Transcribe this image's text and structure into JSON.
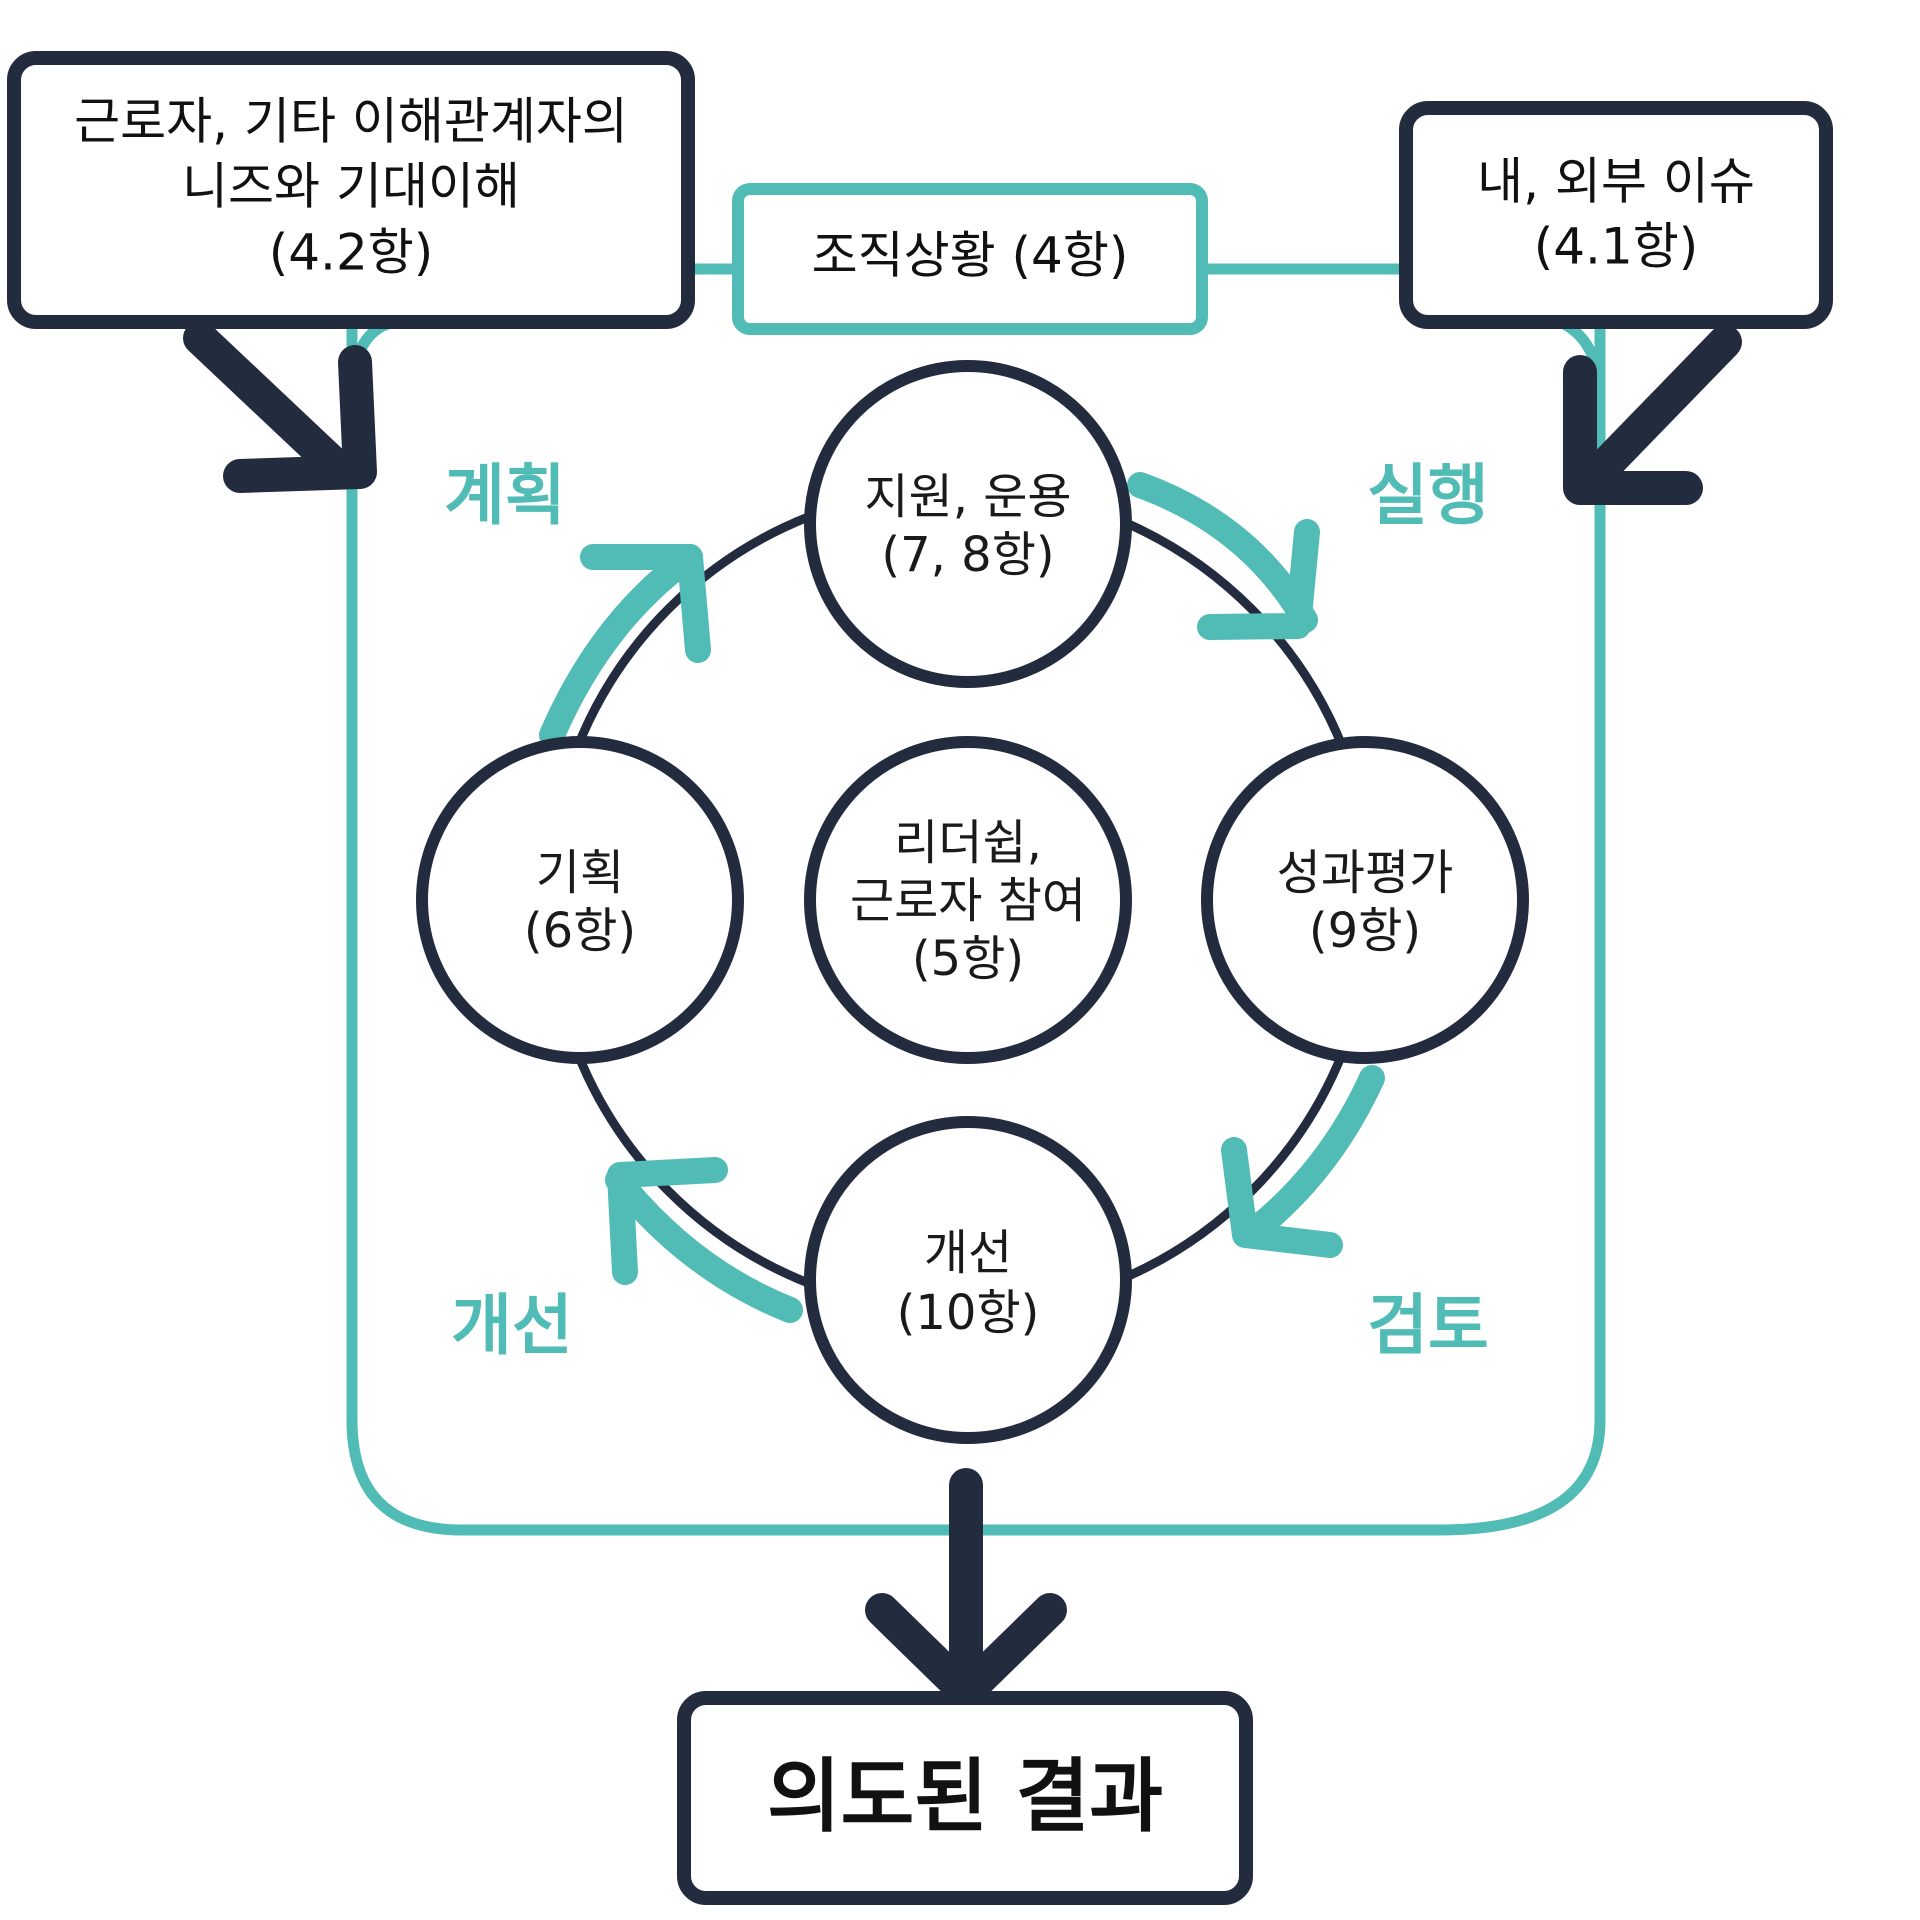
{
  "colors": {
    "navy": "#232b3e",
    "teal": "#51bcb5",
    "text": "#111111",
    "background": "#ffffff"
  },
  "boxes": {
    "needs": {
      "line1": "근로자, 기타 이해관계자의",
      "line2": "니즈와 기대이해",
      "line3": "(4.2항)"
    },
    "context": {
      "label": "조직상황 (4항)"
    },
    "issues": {
      "line1": "내, 외부 이슈",
      "line2": "(4.1항)"
    },
    "result": {
      "label": "의도된 결과"
    }
  },
  "circles": {
    "support": {
      "line1": "지원, 운용",
      "line2": "(7, 8항)"
    },
    "planning": {
      "line1": "기획",
      "line2": "(6항)"
    },
    "leadership": {
      "line1": "리더쉽,",
      "line2": "근로자 참여",
      "line3": "(5항)"
    },
    "evaluation": {
      "line1": "성과평가",
      "line2": "(9항)"
    },
    "improvement": {
      "line1": "개선",
      "line2": "(10항)"
    }
  },
  "phases": {
    "plan": "계획",
    "do": "실행",
    "check": "검토",
    "act": "개선"
  },
  "icons": {
    "cycle_arrows": "curved-arrow-icon",
    "input_arrows": "chevron-arrow-icon",
    "output_arrow": "down-arrow-icon"
  }
}
